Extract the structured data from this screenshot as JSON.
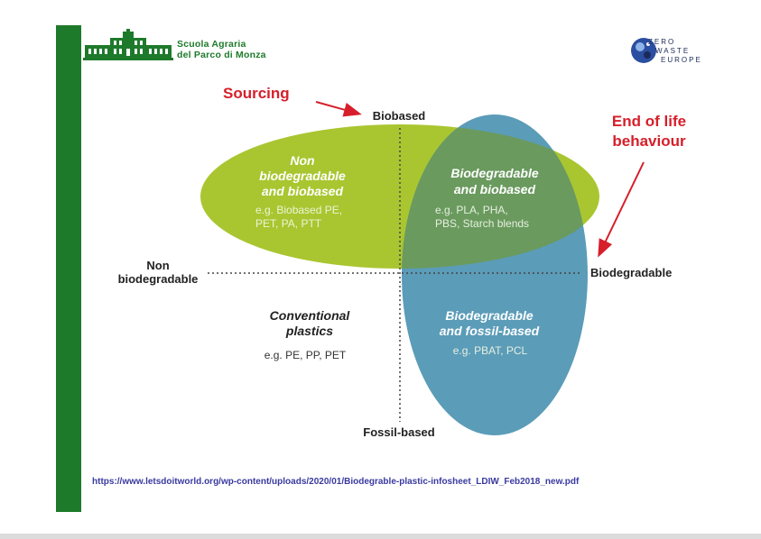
{
  "header": {
    "left_logo_line1": "Scuola Agraria",
    "left_logo_line2": "del Parco di Monza",
    "right_logo_lines": [
      "ZERO",
      "WASTE",
      "EUROPE"
    ]
  },
  "diagram": {
    "axis_top": "Biobased",
    "axis_bottom": "Fossil-based",
    "axis_left_line1": "Non",
    "axis_left_line2": "biodegradable",
    "axis_right": "Biodegradable",
    "callout_sourcing": "Sourcing",
    "callout_eol_line1": "End of life",
    "callout_eol_line2": "behaviour",
    "quadrants": {
      "top_left": {
        "title": [
          "Non",
          "biodegradable",
          "and biobased"
        ],
        "examples": [
          "e.g. Biobased PE,",
          "PET, PA, PTT"
        ]
      },
      "top_right": {
        "title": [
          "Biodegradable",
          "and biobased"
        ],
        "examples": [
          "e.g. PLA, PHA,",
          "PBS, Starch blends"
        ]
      },
      "bottom_left": {
        "title": [
          "Conventional",
          "plastics"
        ],
        "examples": [
          "e.g. PE, PP, PET"
        ]
      },
      "bottom_right": {
        "title": [
          "Biodegradable",
          "and fossil-based"
        ],
        "examples": [
          "e.g. PBAT, PCL"
        ]
      }
    },
    "colors": {
      "green_ellipse": "#a9c631",
      "blue_ellipse": "#5b9cb8",
      "overlap": "#6a9a5e",
      "callout_red": "#d61f2b",
      "brand_green": "#1e7a2b"
    }
  },
  "source_url": "https://www.letsdoitworld.org/wp-content/uploads/2020/01/Biodegrable-plastic-infosheet_LDIW_Feb2018_new.pdf"
}
